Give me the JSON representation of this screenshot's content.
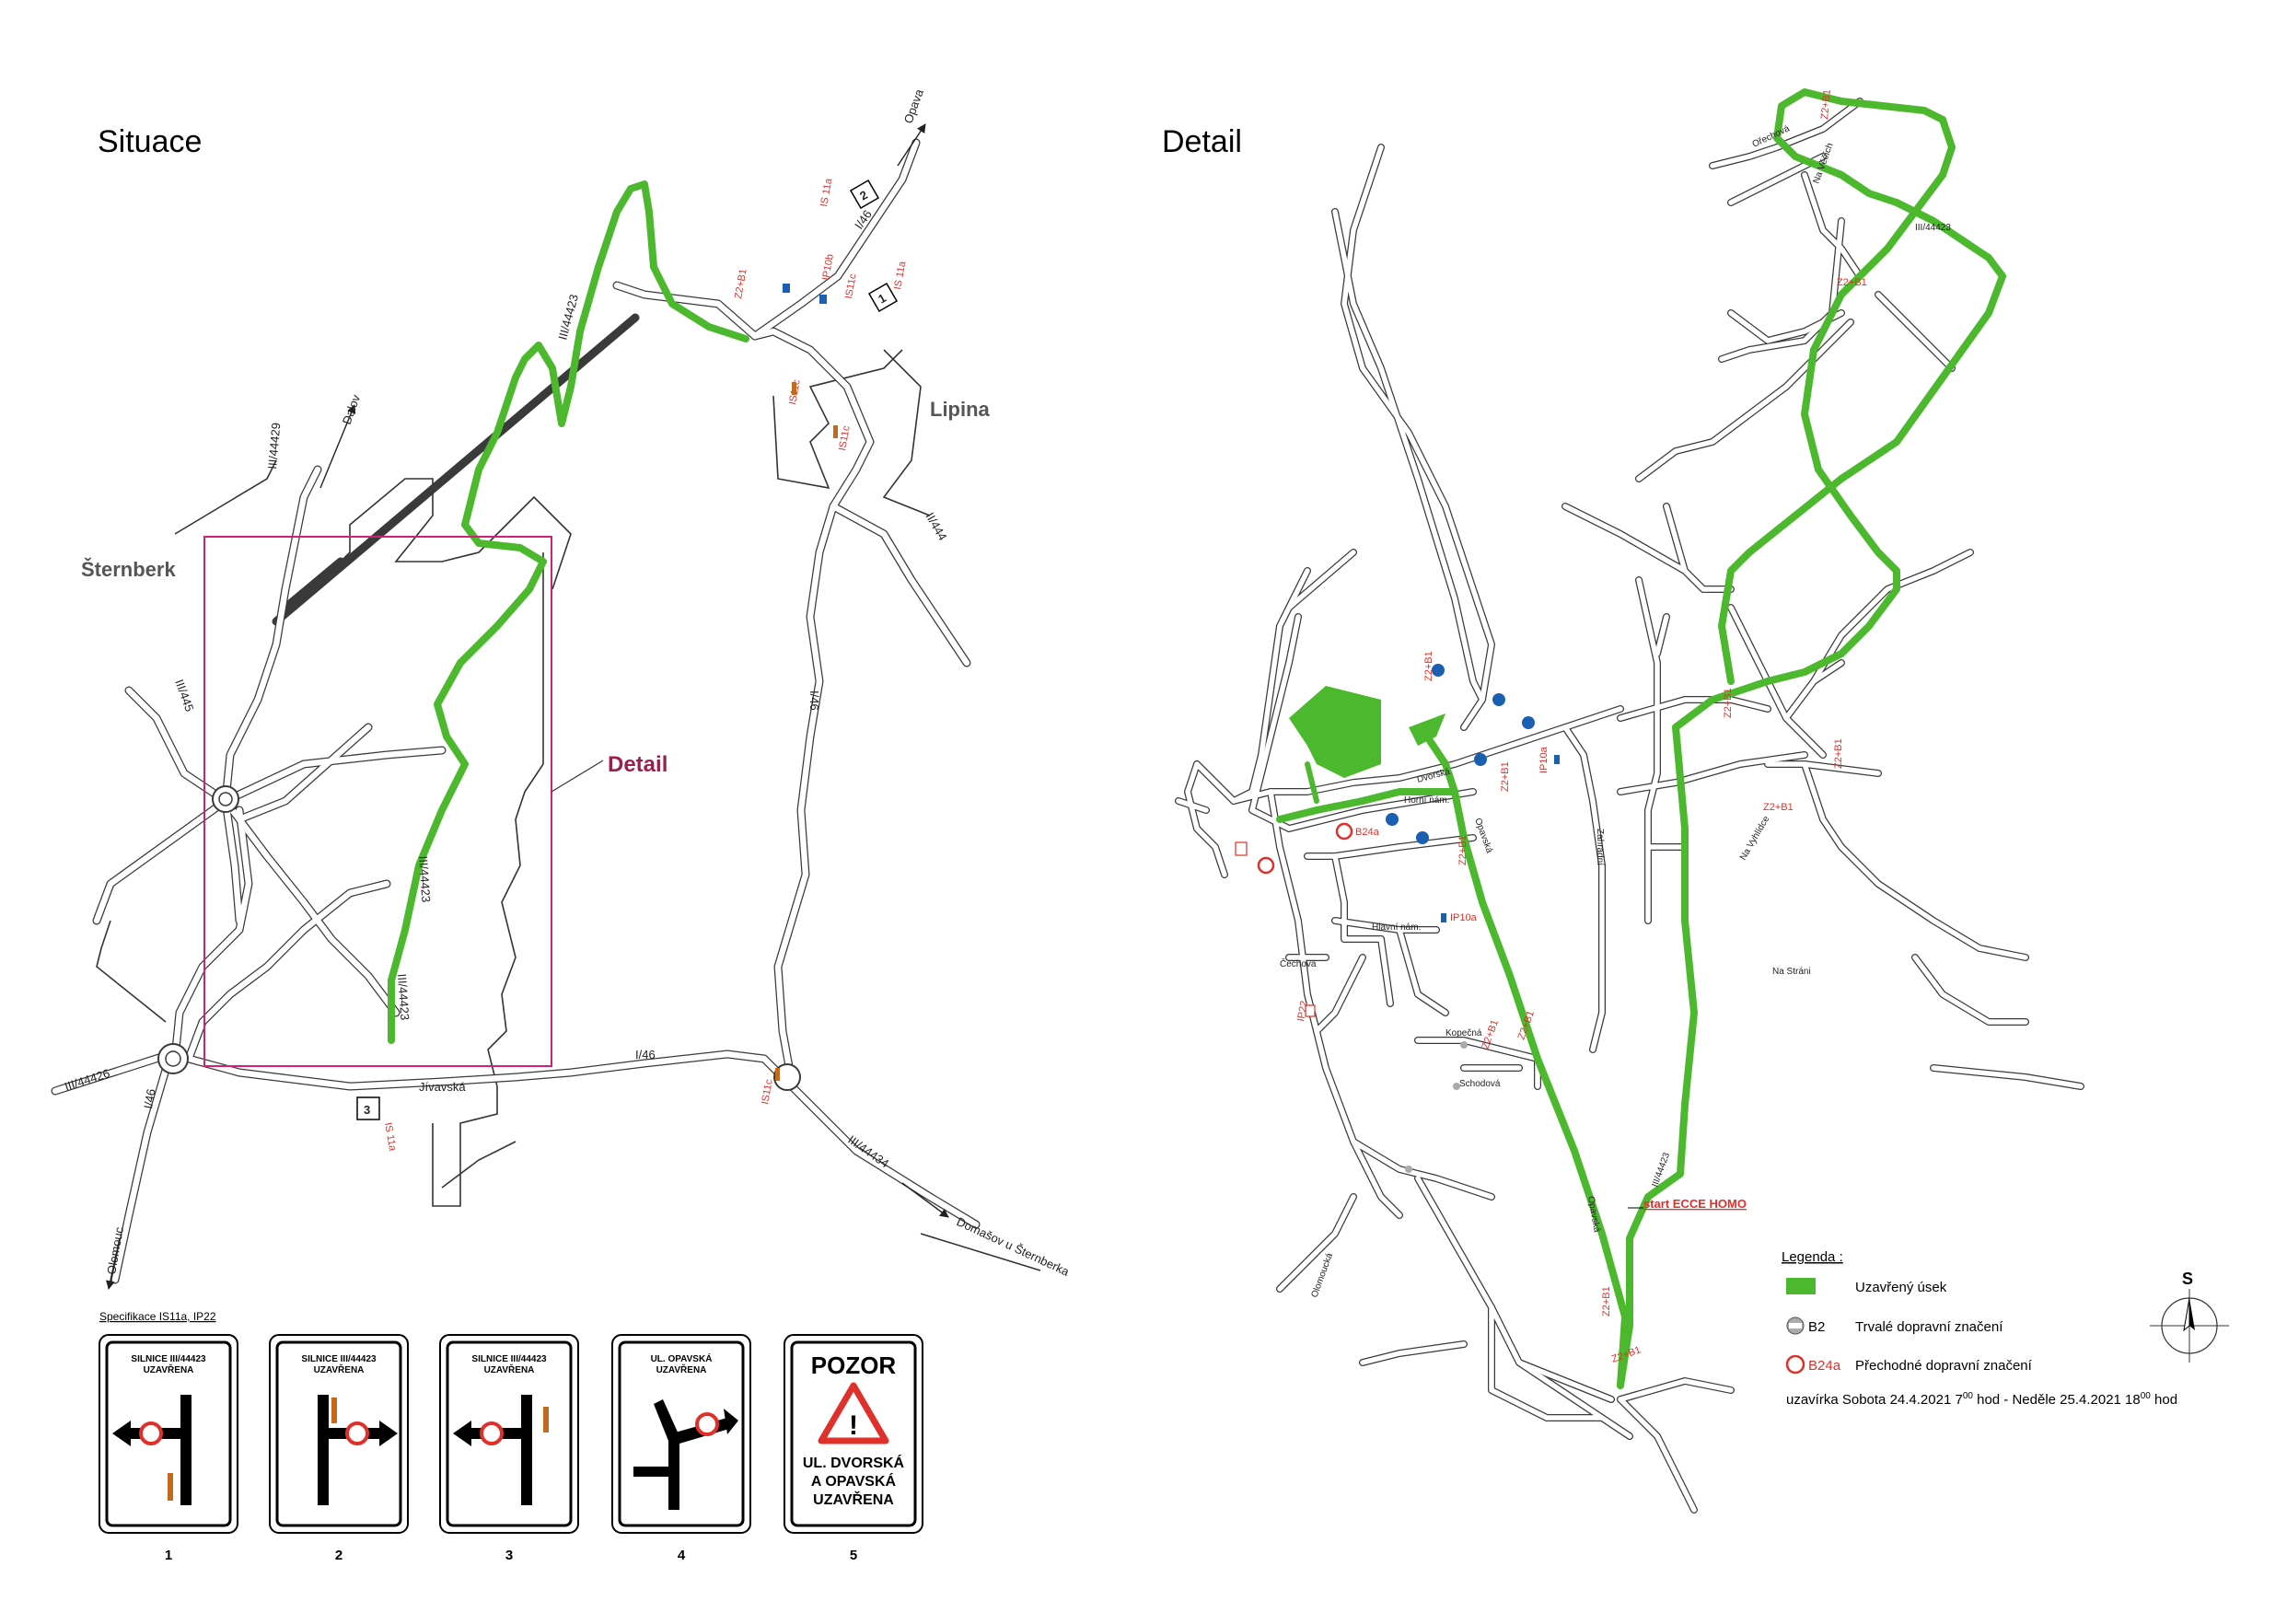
{
  "titles": {
    "situace": "Situace",
    "detail": "Detail",
    "detail_callout": "Detail"
  },
  "places": {
    "sternberk": "Šternberk",
    "lipina": "Lipina"
  },
  "road_labels": {
    "r44423_top": "III/44423",
    "r44423_mid": "III/44423",
    "r44423_low": "III/44423",
    "r44429": "III/44429",
    "r445": "III/445",
    "r44426": "III/44426",
    "r46_left": "I/46",
    "r46_mid": "I/46",
    "r46_right": "I/46",
    "r46_top": "I/46",
    "r444": "II/444",
    "r44434": "III/44434",
    "jivavska": "Jívavská",
    "dalov": "Dalov",
    "opava": "Opava",
    "olomouc": "Olomouc",
    "domasov": "Domašov u Šternberka"
  },
  "sign_codes": {
    "is11a": "IS 11a",
    "is11c": "IS11c",
    "ip10b": "IP10b",
    "z2b1": "Z2+B1",
    "n1": "1",
    "n2": "2",
    "n3": "3"
  },
  "detail_labels": {
    "opavska": "Opavská",
    "dvorska": "Dvorská",
    "horni_nam": "Horní nám.",
    "hlavni_nam": "Hlavní nám.",
    "cechova": "Čechova",
    "kopecna": "Kopečná",
    "schodova": "Schodová",
    "zahradni": "Zahradní",
    "olomoucka": "Olomoucká",
    "na_vyhlidce": "Na Vyhlídce",
    "na_strani": "Na Stráni",
    "orechova": "Ořechová",
    "na_vesech": "Na Věčích",
    "iii44423": "III/44423",
    "start": "start ECCE HOMO",
    "b2": "B2",
    "b24a": "B24a",
    "ip22": "IP22",
    "ip10a": "IP10a",
    "z2b1": "Z2+B1"
  },
  "specifikace": "Specifikace IS11a, IP22",
  "signs": [
    {
      "num": "1",
      "line1": "SILNICE III/44423",
      "line2": "UZAVŘENA"
    },
    {
      "num": "2",
      "line1": "SILNICE III/44423",
      "line2": "UZAVŘENA"
    },
    {
      "num": "3",
      "line1": "SILNICE III/44423",
      "line2": "UZAVŘENA"
    },
    {
      "num": "4",
      "line1": "UL. OPAVSKÁ",
      "line2": "UZAVŘENA"
    },
    {
      "num": "5",
      "pozor": "POZOR",
      "b1": "UL. DVORSKÁ",
      "b2": "A OPAVSKÁ",
      "b3": "UZAVŘENA"
    }
  ],
  "legend": {
    "title": "Legenda :",
    "closed": "Uzavřený úsek",
    "b2": "B2",
    "permanent": "Trvalé dopravní značení",
    "b24a": "B24a",
    "temporary": "Přechodné dopravní značení",
    "closure_pre1": "uzavírka Sobota 24.4.2021 7",
    "closure_sup1": "00",
    "closure_mid": " hod - Neděle 25.4.2021 18",
    "closure_sup2": "00",
    "closure_post": " hod"
  },
  "compass": "S",
  "colors": {
    "closed": "#4cb82e",
    "frame": "#d0207a",
    "sign_red": "#e0302a",
    "road": "#3a3a3a"
  }
}
